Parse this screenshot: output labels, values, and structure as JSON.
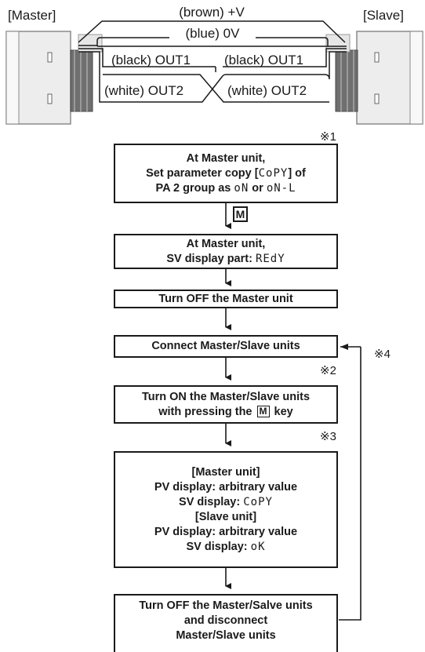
{
  "wiring": {
    "master_label": "[Master]",
    "slave_label": "[Slave]",
    "brown_label": "(brown) +V",
    "blue_label": "(blue) 0V",
    "black_left_label": "(black) OUT1",
    "black_right_label": "(black) OUT1",
    "white_left_label": "(white) OUT2",
    "white_right_label": "(white) OUT2"
  },
  "flow": {
    "step1": {
      "note": "※1",
      "line1": "At Master unit,",
      "line2_pre": "Set parameter copy [",
      "line2_seg": "CoPY",
      "line2_post": "] of",
      "line3_pre": "PA 2 group as ",
      "line3_seg1": "oN",
      "line3_mid": " or ",
      "line3_seg2": "oN-L"
    },
    "key_between_1_2": "M",
    "step2": {
      "line1": "At Master unit,",
      "line2_pre": "SV display part: ",
      "line2_seg": "REdY"
    },
    "step3": {
      "line1": "Turn OFF the Master unit"
    },
    "step4": {
      "line1": "Connect Master/Slave units",
      "loop_note": "※4"
    },
    "step5": {
      "note": "※2",
      "line1": "Turn ON the Master/Slave units",
      "line2_pre": "with pressing the ",
      "line2_key": "M",
      "line2_post": " key"
    },
    "step6": {
      "note": "※3",
      "line1": "[Master unit]",
      "line2": "PV display: arbitrary value",
      "line3_pre": "SV display: ",
      "line3_seg": "CoPY",
      "line4": "[Slave unit]",
      "line5": "PV display: arbitrary value",
      "line6_pre": "SV display: ",
      "line6_seg": "oK"
    },
    "step7": {
      "line1": "Turn OFF the Master/Salve units",
      "line2": "and disconnect",
      "line3": "Master/Slave units"
    }
  }
}
